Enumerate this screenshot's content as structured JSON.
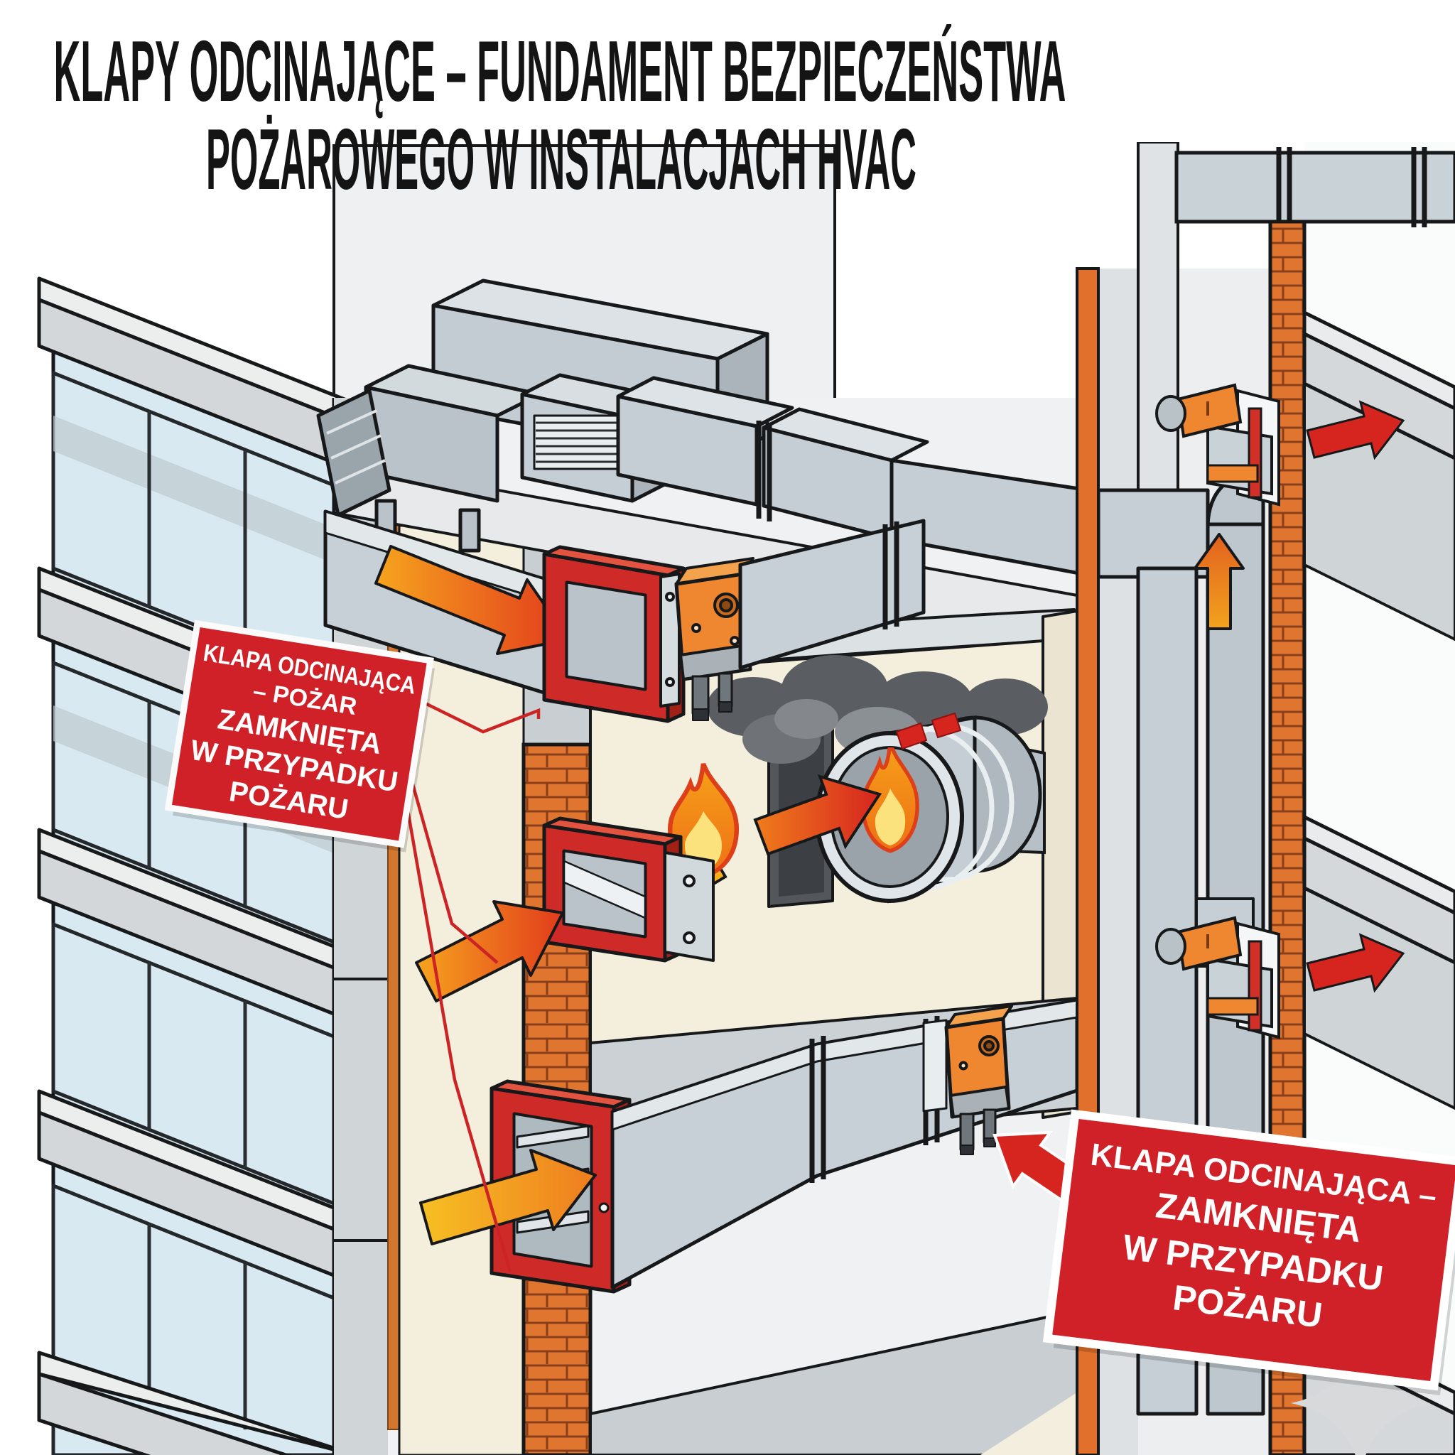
{
  "title": {
    "line1": "KLAPY ODCINAJĄCE – FUNDAMENT BEZPIECZEŃSTWA",
    "line2": "POŻAROWEGO W INSTALACJACH HVAC"
  },
  "sign_left": {
    "lines": [
      "KLAPA ODCINAJĄCA",
      "– POŻAR",
      "ZAMKNIĘTA",
      "W PRZYPADKU",
      "POŻARU"
    ]
  },
  "sign_right": {
    "lines": [
      "KLAPA ODCINAJĄCA –",
      "ZAMKNIĘTA",
      "W PRZYPADKU",
      "POŻARU"
    ]
  },
  "icons": {
    "flame": "flame-icon",
    "smoke": "smoke-cloud-icon",
    "airflow_arrow": "airflow-arrow-icon",
    "up_arrow": "up-airflow-arrow-icon",
    "watermark": "four-point-star-icon",
    "damper_closed": "fire-damper-closed-icon",
    "damper_open": "fire-damper-open-icon",
    "actuator": "damper-actuator-icon"
  },
  "colors": {
    "title_black": "#141414",
    "sign_red": "#cf2127",
    "damper_red": "#ce2a27",
    "actuator_orange": "#ef8630",
    "brick_orange": "#df752e",
    "flame_orange": "#f5a019",
    "flame_core": "#fce27c",
    "arrow_red": "#d6251f",
    "duct_gray": "#c7d0d6",
    "wall_cream": "#f4efdd",
    "glass_blue": "#d8e9f2"
  }
}
